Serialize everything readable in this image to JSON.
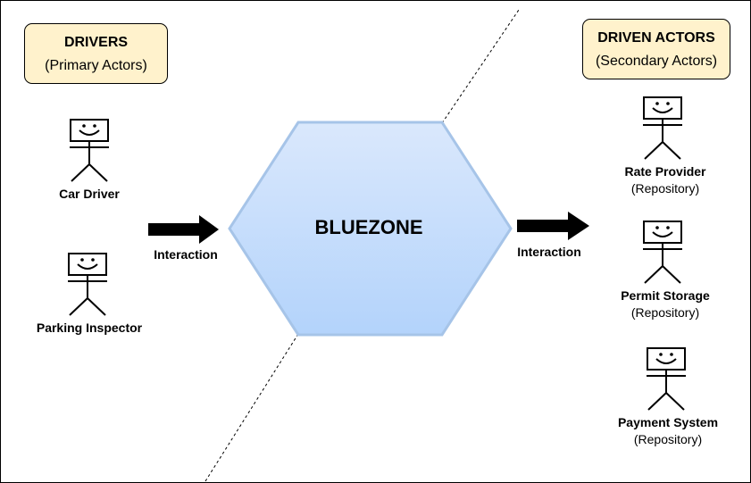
{
  "drivers_box": {
    "title": "DRIVERS",
    "subtitle": "(Primary Actors)"
  },
  "driven_box": {
    "title": "DRIVEN ACTORS",
    "subtitle": "(Secondary Actors)"
  },
  "core": {
    "label": "BLUEZONE"
  },
  "arrows": {
    "left_label": "Interaction",
    "right_label": "Interaction"
  },
  "primary_actors": [
    {
      "name": "Car Driver"
    },
    {
      "name": "Parking Inspector"
    }
  ],
  "secondary_actors": [
    {
      "name": "Rate Provider",
      "role": "(Repository)"
    },
    {
      "name": "Permit Storage",
      "role": "(Repository)"
    },
    {
      "name": "Payment System",
      "role": "(Repository)"
    }
  ],
  "colors": {
    "box_fill": "#fff2cc",
    "hex_fill_top": "#dae8fc",
    "hex_fill_bottom": "#b3d3fb",
    "hex_stroke": "#a6c4e8"
  }
}
